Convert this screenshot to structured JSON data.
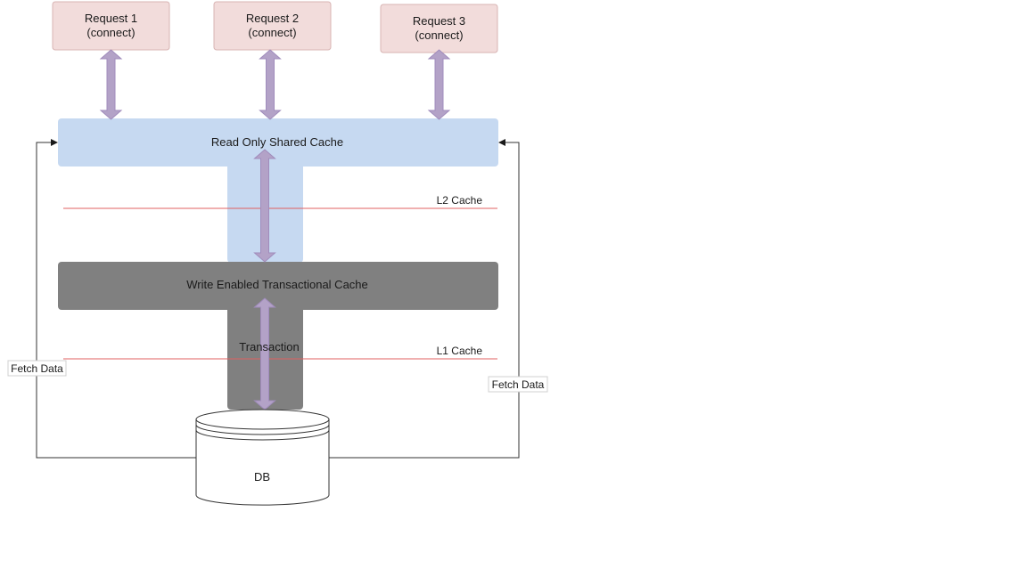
{
  "requests": [
    {
      "line1": "Request 1",
      "line2": "(connect)"
    },
    {
      "line1": "Request 2",
      "line2": "(connect)"
    },
    {
      "line1": "Request 3",
      "line2": "(connect)"
    }
  ],
  "shared_cache": {
    "label": "Read Only Shared Cache"
  },
  "l2": {
    "label": "L2 Cache"
  },
  "transactional_cache": {
    "label": "Write Enabled Transactional Cache"
  },
  "transaction": {
    "label": "Transaction"
  },
  "l1": {
    "label": "L1 Cache"
  },
  "db": {
    "label": "DB"
  },
  "fetch_left": {
    "label": "Fetch Data"
  },
  "fetch_right": {
    "label": "Fetch Data"
  },
  "colors": {
    "request_fill": "#f2dcdb",
    "request_stroke": "#d8b4b3",
    "shared_cache_fill": "#c6d9f1",
    "transactional_fill": "#808080",
    "arrow_fill": "#b3a2c7",
    "arrow_stroke": "#a08cbc",
    "cache_line": "#e06060",
    "connector": "#333333"
  }
}
